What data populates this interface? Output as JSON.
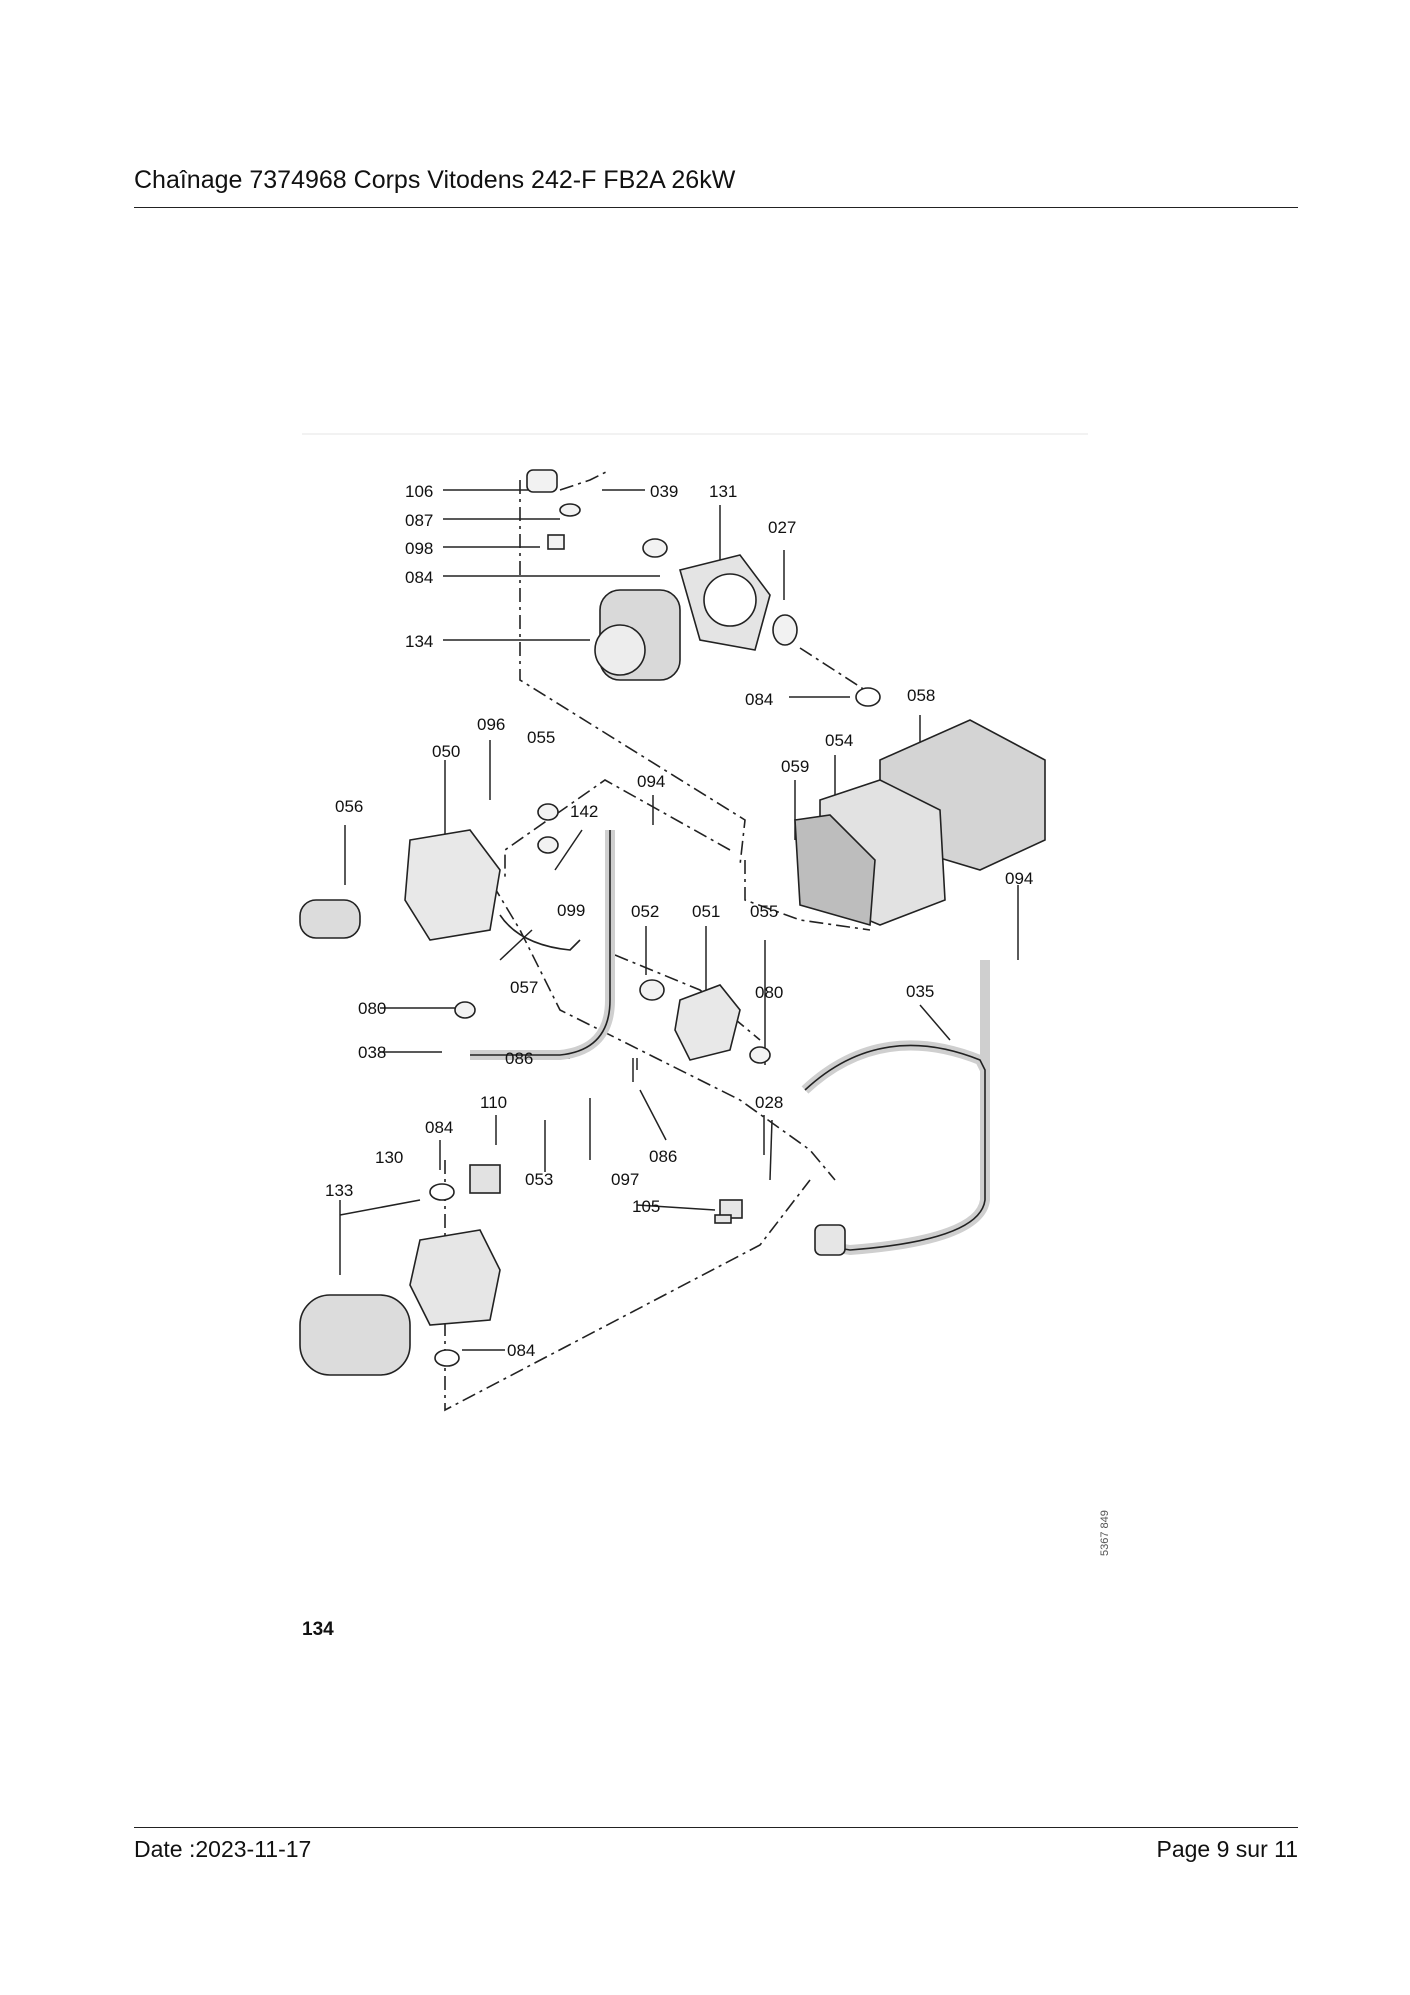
{
  "header": {
    "title": "Chaînage 7374968 Corps Vitodens 242-F FB2A 26kW"
  },
  "diagram": {
    "callouts": [
      "106",
      "087",
      "098",
      "084",
      "134",
      "039",
      "131",
      "027",
      "084",
      "058",
      "054",
      "059",
      "094",
      "096",
      "055",
      "050",
      "056",
      "142",
      "099",
      "057",
      "052",
      "051",
      "055",
      "094",
      "035",
      "080",
      "080",
      "038",
      "086",
      "086",
      "110",
      "084",
      "130",
      "133",
      "053",
      "097",
      "028",
      "105",
      "084"
    ],
    "figure_code": "5367 849"
  },
  "figure_label": "134",
  "footer": {
    "date": "Date :2023-11-17",
    "page": "Page 9 sur  11"
  }
}
